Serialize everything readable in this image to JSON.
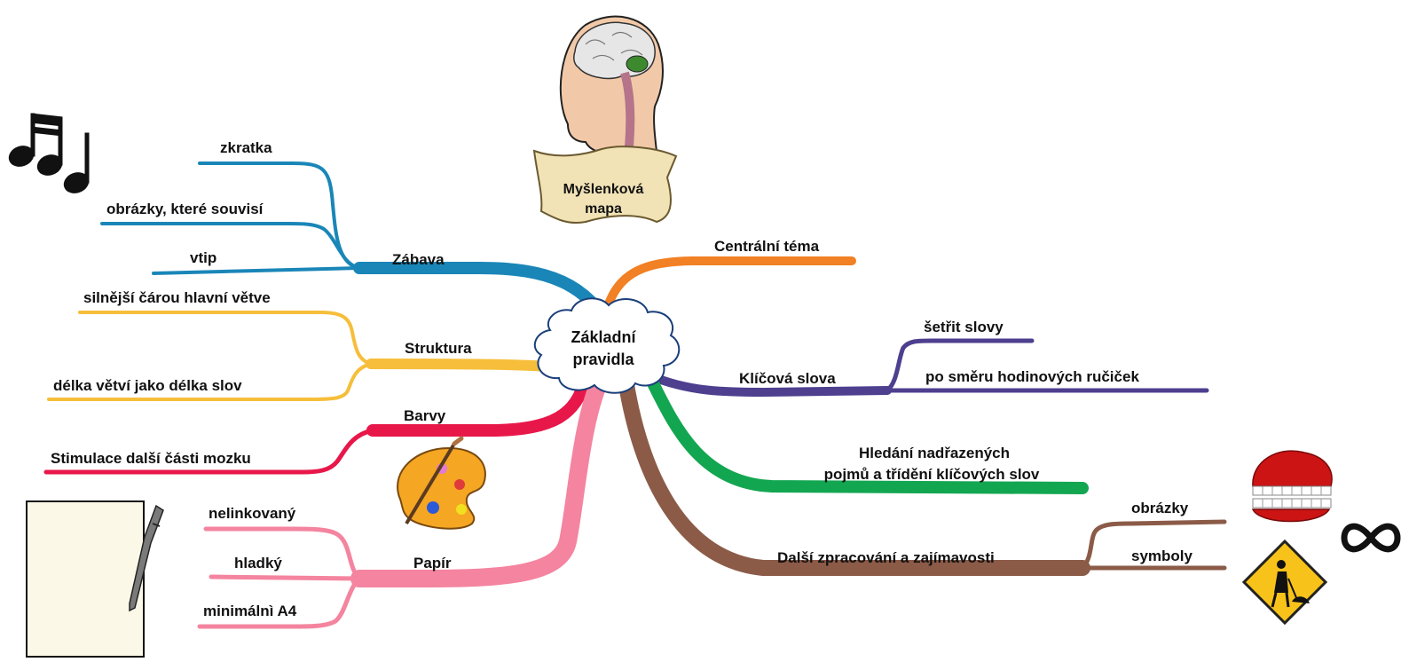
{
  "center": {
    "label_line1": "Základní",
    "label_line2": "pravidla"
  },
  "title": {
    "line1": "Myšlenková",
    "line2": "mapa"
  },
  "colors": {
    "zabava": "#1a86b8",
    "struktura": "#f6be3a",
    "barvy": "#e8174a",
    "papir": "#f4849f",
    "centralni": "#f28024",
    "klicova": "#4e3f8f",
    "hledani": "#13a651",
    "dalsi": "#8b5b48"
  },
  "branches": {
    "zabava": {
      "label": "Zábava",
      "children": [
        "zkratka",
        "obrázky, které souvisí",
        "vtip"
      ]
    },
    "struktura": {
      "label": "Struktura",
      "children": [
        "silnější čárou hlavní větve",
        "délka větví jako délka slov"
      ]
    },
    "barvy": {
      "label": "Barvy",
      "children": [
        "Stimulace další části mozku"
      ]
    },
    "papir": {
      "label": "Papír",
      "children": [
        "nelinkovaný",
        "hladký",
        "minimálnì A4"
      ]
    },
    "centralni": {
      "label": "Centrální téma"
    },
    "klicova": {
      "label": "Klíčová slova",
      "children": [
        "šetřit slovy",
        "po směru hodinových ručiček"
      ]
    },
    "hledani": {
      "label_line1": "Hledání nadřazených",
      "label_line2": "pojmů a třídění klíčových slov"
    },
    "dalsi": {
      "label": "Další zpracování a zajímavosti",
      "children": [
        "obrázky",
        "symboly"
      ]
    }
  },
  "icons": [
    "music-notes-icon",
    "brain-head-icon",
    "paint-palette-icon",
    "paper-pen-icon",
    "teeth-icon",
    "warning-sign-icon",
    "infinity-icon"
  ]
}
